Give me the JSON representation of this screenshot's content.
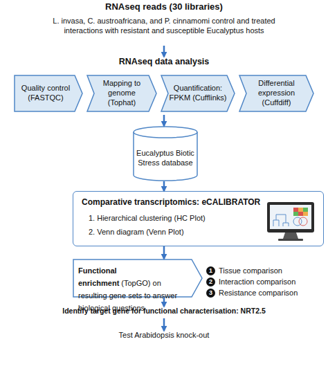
{
  "diagram": {
    "nodes": [
      {
        "text": [
          "RNAseq reads (30 libraries)",
          "L. invasa, C. austroafricana, and P. cinnamomi control and treated interactions with resistant and susceptible Eucalyptus hosts"
        ]
      },
      {
        "text": [
          "RNAseq data analysis"
        ]
      },
      {
        "text": [
          "Quality control (FASTQC)"
        ],
        "in": 1
      },
      {
        "text": [
          "Mapping to genome (Tophat)"
        ],
        "in": 1
      },
      {
        "text": [
          "Quantification: FPKM (Cufflinks)"
        ],
        "in": 1
      },
      {
        "text": [
          "Differential expression (Cuffdiff)"
        ],
        "in": 1
      },
      {
        "text": [
          "Eucalyptus Biotic Stress database"
        ]
      },
      {
        "text": [
          "Comparative transcriptomics: eCALIBRATOR",
          "1. Hierarchical clustering (HC Plot)",
          "2. Venn diagram (Venn Plot)"
        ]
      },
      {
        "text": [
          "Functional enrichment",
          "(TopGO) on resulting gene sets to answer biological questions"
        ]
      },
      {
        "text": [
          "Identify target gene for functional characterisation: NRT2.5"
        ]
      },
      {
        "text": [
          "Test Arabidopsis knock-out"
        ]
      }
    ],
    "edges": [
      {
        "from": 0,
        "to": 1,
        "arrow": "to"
      },
      {
        "from": 1,
        "to": 6,
        "arrow": "to"
      },
      {
        "from": 6,
        "to": 7,
        "arrow": "to"
      },
      {
        "from": 7,
        "to": 8,
        "arrow": "to"
      },
      {
        "from": 8,
        "to": 9,
        "arrow": "to"
      },
      {
        "from": 9,
        "to": 10,
        "arrow": "to"
      }
    ],
    "labels": [
      "1",
      "Tissue comparison",
      "2",
      "Interaction comparison",
      "3",
      "Resistance comparison"
    ]
  }
}
